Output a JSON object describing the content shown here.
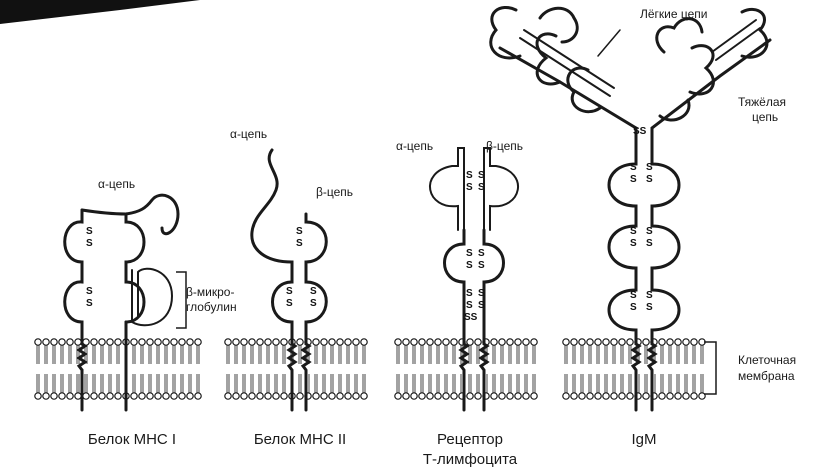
{
  "captions": {
    "mhc1": "Белок MHC I",
    "mhc2": "Белок MHC II",
    "tcr_line1": "Рецептор",
    "tcr_line2": "Т-лимфоцита",
    "igm": "IgM"
  },
  "labels": {
    "mhc1_alpha": "α-цепь",
    "beta_micro_line1": "β-микро-",
    "beta_micro_line2": "глобулин",
    "mhc2_alpha": "α-цепь",
    "mhc2_beta": "β-цепь",
    "tcr_alpha": "α-цепь",
    "tcr_beta": "β-цепь",
    "light_chains": "Лёгкие цепи",
    "heavy_line1": "Тяжёлая",
    "heavy_line2": "цепь",
    "membrane_line1": "Клеточная",
    "membrane_line2": "мембрана"
  },
  "bond": {
    "s": "S",
    "ss": "SS"
  },
  "colors": {
    "ink": "#1a1a1a",
    "background": "#ffffff"
  }
}
